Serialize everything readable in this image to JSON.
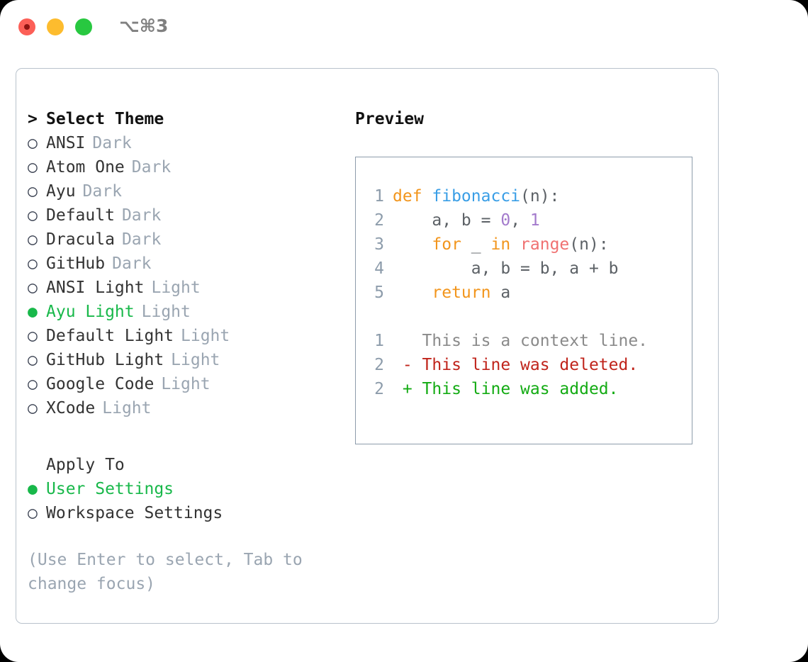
{
  "titlebar": {
    "shortcut": "⌥⌘3",
    "buttons": [
      {
        "name": "close",
        "color": "#fc5f57"
      },
      {
        "name": "minimize",
        "color": "#fdbc2e"
      },
      {
        "name": "maximize",
        "color": "#28c840"
      }
    ]
  },
  "theme_section": {
    "header": "Select Theme",
    "caret": ">",
    "marker_selected": "●",
    "marker_unselected": "○",
    "items": [
      {
        "label": "ANSI",
        "tag": "Dark",
        "selected": false
      },
      {
        "label": "Atom One",
        "tag": "Dark",
        "selected": false
      },
      {
        "label": "Ayu",
        "tag": "Dark",
        "selected": false
      },
      {
        "label": "Default",
        "tag": "Dark",
        "selected": false
      },
      {
        "label": "Dracula",
        "tag": "Dark",
        "selected": false
      },
      {
        "label": "GitHub",
        "tag": "Dark",
        "selected": false
      },
      {
        "label": "ANSI Light",
        "tag": "Light",
        "selected": false
      },
      {
        "label": "Ayu Light",
        "tag": "Light",
        "selected": true
      },
      {
        "label": "Default Light",
        "tag": "Light",
        "selected": false
      },
      {
        "label": "GitHub Light",
        "tag": "Light",
        "selected": false
      },
      {
        "label": "Google Code",
        "tag": "Light",
        "selected": false
      },
      {
        "label": "XCode",
        "tag": "Light",
        "selected": false
      }
    ]
  },
  "apply_section": {
    "header": "Apply To",
    "items": [
      {
        "label": "User Settings",
        "selected": true
      },
      {
        "label": "Workspace Settings",
        "selected": false
      }
    ]
  },
  "hint": "(Use Enter to select, Tab to change focus)",
  "preview": {
    "title": "Preview",
    "code_lines": [
      {
        "n": "1",
        "tokens": [
          {
            "t": "def ",
            "c": "kw"
          },
          {
            "t": "fibonacci",
            "c": "fn"
          },
          {
            "t": "(n):",
            "c": "punc"
          }
        ]
      },
      {
        "n": "2",
        "tokens": [
          {
            "t": "    a, b = ",
            "c": "plain"
          },
          {
            "t": "0",
            "c": "num"
          },
          {
            "t": ", ",
            "c": "plain"
          },
          {
            "t": "1",
            "c": "num"
          }
        ]
      },
      {
        "n": "3",
        "tokens": [
          {
            "t": "    ",
            "c": "plain"
          },
          {
            "t": "for",
            "c": "kw"
          },
          {
            "t": " _ ",
            "c": "plain"
          },
          {
            "t": "in",
            "c": "kw"
          },
          {
            "t": " ",
            "c": "plain"
          },
          {
            "t": "range",
            "c": "call"
          },
          {
            "t": "(n):",
            "c": "punc"
          }
        ]
      },
      {
        "n": "4",
        "tokens": [
          {
            "t": "        a, b = b, a + b",
            "c": "plain"
          }
        ]
      },
      {
        "n": "5",
        "tokens": [
          {
            "t": "    ",
            "c": "plain"
          },
          {
            "t": "return",
            "c": "kw"
          },
          {
            "t": " a",
            "c": "plain"
          }
        ]
      }
    ],
    "diff_lines": [
      {
        "n": "1",
        "sign": " ",
        "text": "This is a context line.",
        "kind": "d-ctx"
      },
      {
        "n": "2",
        "sign": "-",
        "text": "This line was deleted.",
        "kind": "d-del"
      },
      {
        "n": "2",
        "sign": "+",
        "text": "This line was added.",
        "kind": "d-add"
      }
    ]
  },
  "colors": {
    "accent_green": "#18b84a",
    "muted": "#9aa5b1",
    "border": "#b9c2cc",
    "preview_border": "#8d9cab",
    "keyword": "#f2951c",
    "function": "#399ee6",
    "number": "#a37acc",
    "builtin": "#f07171",
    "diff_added": "#13ab13",
    "diff_deleted": "#c0241b"
  }
}
